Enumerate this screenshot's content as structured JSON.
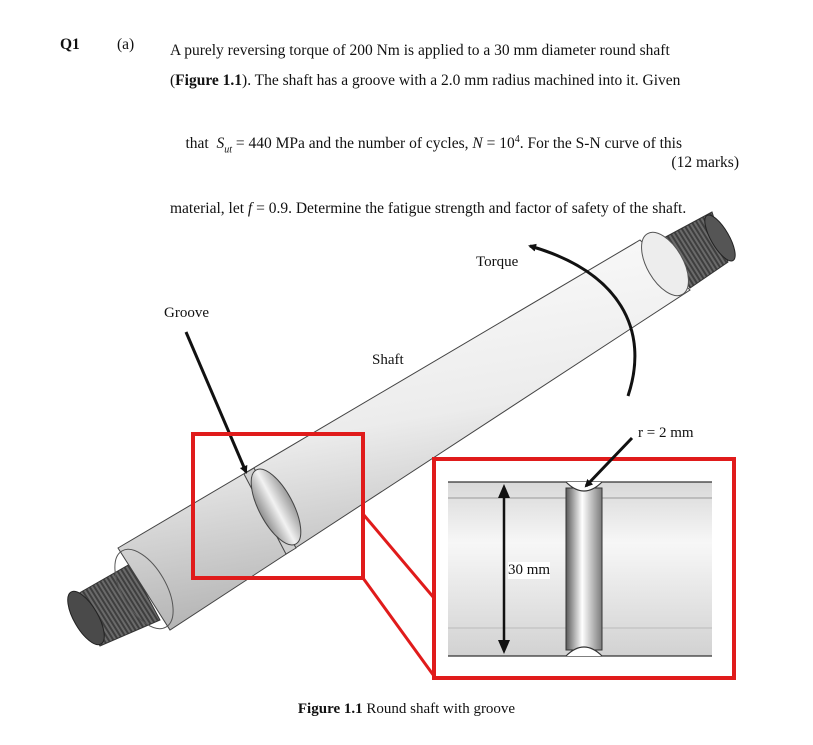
{
  "question": {
    "number": "Q1",
    "part": "(a)",
    "lines": [
      [
        "A purely reversing torque of 200 Nm is applied to a 30 mm diameter round shaft"
      ],
      [
        "(",
        "Figure 1.1",
        "). The shaft has a groove with a 2.0 mm radius machined into it. Given"
      ],
      [
        "that  ",
        "S",
        "ut",
        " = 440 MPa and the number of cycles, ",
        "N",
        " = 10",
        "4",
        ". For the S-N curve of this"
      ],
      [
        "material, let ",
        "f",
        " = 0.9. Determine the fatigue strength and factor of safety of the shaft."
      ]
    ],
    "marks": "(12 marks)"
  },
  "figure": {
    "labels": {
      "groove": "Groove",
      "shaft": "Shaft",
      "torque": "Torque",
      "radius": "r = 2 mm",
      "diameter": "30 mm"
    },
    "caption_bold": "Figure 1.1",
    "caption_text": " Round shaft with groove",
    "colors": {
      "highlight_box": "#e01b1b",
      "arrow": "#111111",
      "shaft_light": "#f4f4f4",
      "shaft_dark": "#b5b5b5"
    }
  }
}
